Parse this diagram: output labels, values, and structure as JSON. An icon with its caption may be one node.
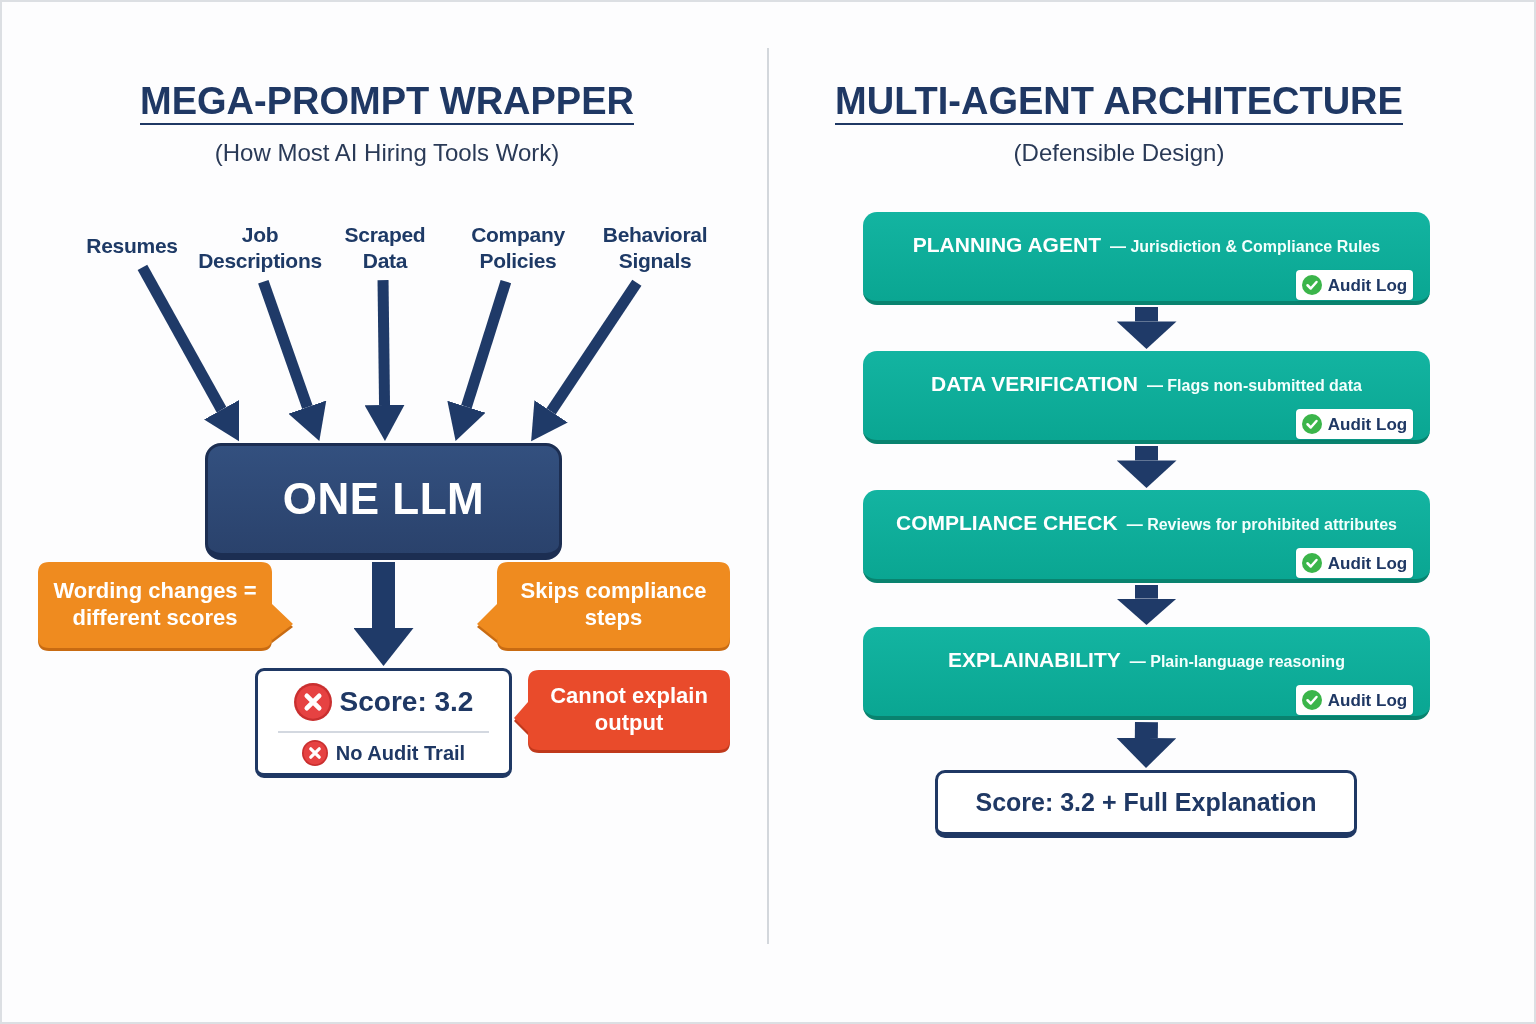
{
  "diagram": {
    "nodes": [
      {
        "text": [
          "Resumes"
        ]
      },
      {
        "text": [
          "Job Descriptions"
        ]
      },
      {
        "text": [
          "Scraped Data"
        ]
      },
      {
        "text": [
          "Company Policies"
        ]
      },
      {
        "text": [
          "Behavioral Signals"
        ]
      },
      {
        "text": [
          "ONE LLM"
        ]
      },
      {
        "text": [
          "Wording changes = different scores"
        ]
      },
      {
        "text": [
          "Skips compliance steps"
        ]
      },
      {
        "text": [
          "Score: 3.2",
          "No Audit Trail"
        ]
      },
      {
        "text": [
          "Cannot explain output"
        ]
      },
      {
        "text": [
          "PLANNING AGENT",
          "— Jurisdiction & Compliance Rules"
        ]
      },
      {
        "text": [
          "Audit Log"
        ],
        "in": 10
      },
      {
        "text": [
          "DATA VERIFICATION",
          "— Flags non-submitted data"
        ]
      },
      {
        "text": [
          "Audit Log"
        ],
        "in": 12
      },
      {
        "text": [
          "COMPLIANCE CHECK",
          "— Reviews for prohibited attributes"
        ]
      },
      {
        "text": [
          "Audit Log"
        ],
        "in": 14
      },
      {
        "text": [
          "EXPLAINABILITY",
          "— Plain-language reasoning"
        ]
      },
      {
        "text": [
          "Audit Log"
        ],
        "in": 16
      },
      {
        "text": [
          "Score: 3.2 + Full Explanation"
        ]
      }
    ],
    "edges": [
      {
        "from": 0,
        "to": 5,
        "arrow": "to"
      },
      {
        "from": 1,
        "to": 5,
        "arrow": "to"
      },
      {
        "from": 2,
        "to": 5,
        "arrow": "to"
      },
      {
        "from": 3,
        "to": 5,
        "arrow": "to"
      },
      {
        "from": 4,
        "to": 5,
        "arrow": "to"
      },
      {
        "from": 5,
        "to": 8,
        "arrow": "to",
        "style": "thick"
      },
      {
        "from": 10,
        "to": 12,
        "arrow": "to",
        "style": "thick"
      },
      {
        "from": 12,
        "to": 14,
        "arrow": "to",
        "style": "thick"
      },
      {
        "from": 14,
        "to": 16,
        "arrow": "to",
        "style": "thick"
      },
      {
        "from": 16,
        "to": 18,
        "arrow": "to",
        "style": "thick"
      }
    ],
    "labels": [
      "MEGA-PROMPT WRAPPER",
      "(How Most AI Hiring Tools Work)",
      "MULTI-AGENT ARCHITECTURE",
      "(Defensible Design)"
    ]
  }
}
